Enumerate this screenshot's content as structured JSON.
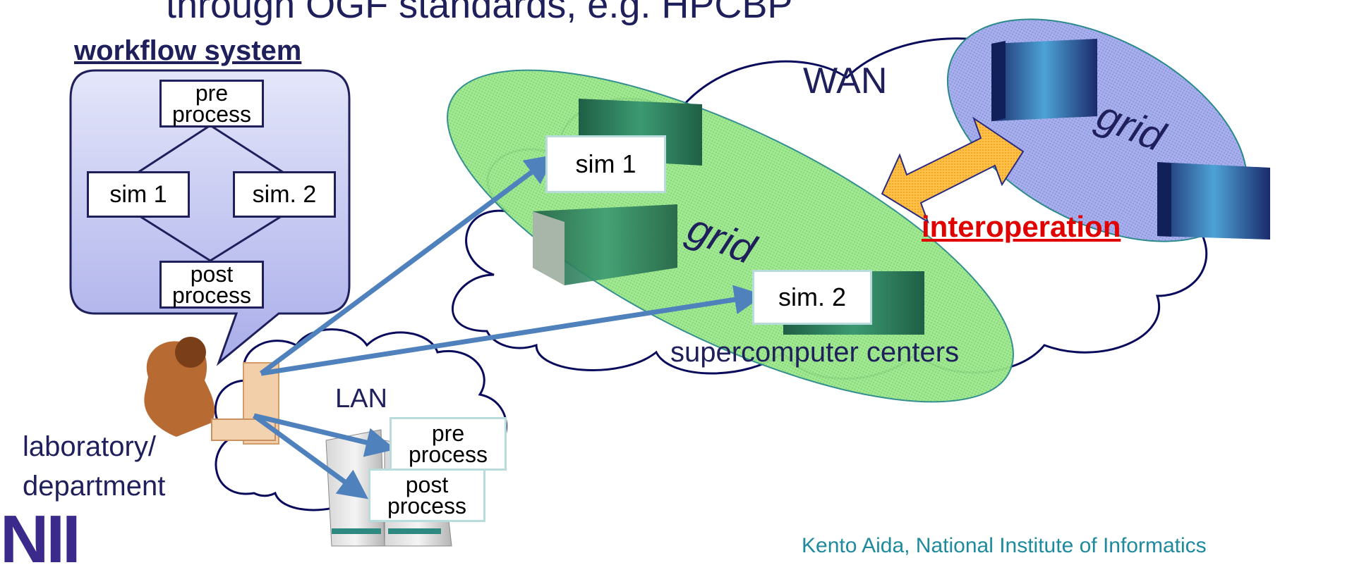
{
  "header": {
    "title_fragment": "through OGF standards, e.g. HPCBP"
  },
  "workflow": {
    "label": "workflow system",
    "pre_line1": "pre",
    "pre_line2": "process",
    "sim1": "sim 1",
    "sim2": "sim. 2",
    "post_line1": "post",
    "post_line2": "process"
  },
  "network": {
    "wan": "WAN",
    "lan": "LAN",
    "grid_left": "grid",
    "grid_right": "grid",
    "interoperation": "interoperation",
    "supercomputer_centers": "supercomputer centers",
    "sim1": "sim 1",
    "sim2": "sim. 2",
    "lab_line1": "laboratory/",
    "lab_line2": "department",
    "lan_pre_line1": "pre",
    "lan_pre_line2": "process",
    "lan_post_line1": "post",
    "lan_post_line2": "process"
  },
  "footer": {
    "logo": "NII",
    "credit": "Kento Aida, National Institute of Informatics"
  },
  "colors": {
    "text_navy": "#1f1f5c",
    "arrow_blue": "#4f81bd",
    "green_grid": "#9be38c",
    "blue_grid": "#9fa8e8",
    "interop_red": "#e00000",
    "credit_teal": "#1f8a9e"
  }
}
